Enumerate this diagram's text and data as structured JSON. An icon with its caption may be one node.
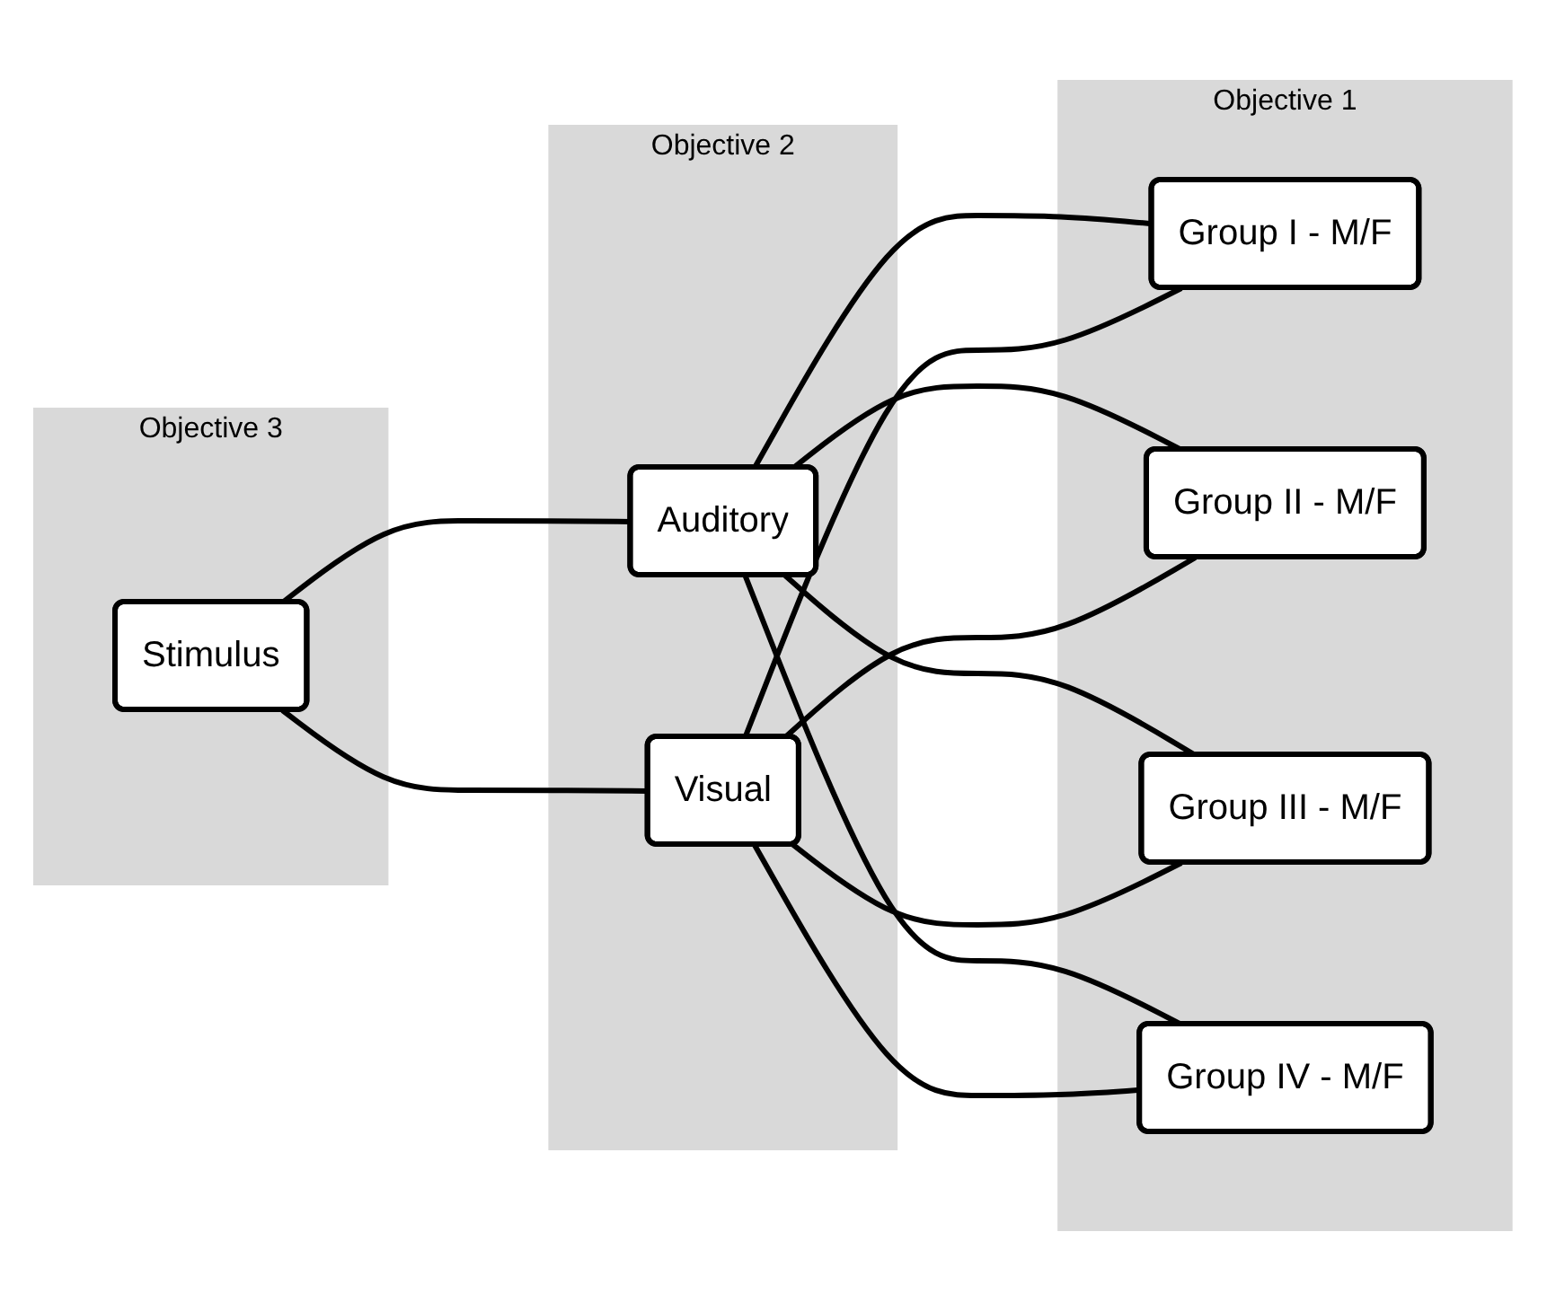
{
  "diagram": {
    "nodes": [
      {
        "text": [
          "Objective 3"
        ]
      },
      {
        "text": [
          "Objective 2"
        ]
      },
      {
        "text": [
          "Objective 1"
        ]
      },
      {
        "text": [
          "Stimulus"
        ],
        "in": 0
      },
      {
        "text": [
          "Auditory"
        ],
        "in": 1
      },
      {
        "text": [
          "Visual"
        ],
        "in": 1
      },
      {
        "text": [
          "Group I - M/F"
        ],
        "in": 2
      },
      {
        "text": [
          "Group II - M/F"
        ],
        "in": 2
      },
      {
        "text": [
          "Group III - M/F"
        ],
        "in": 2
      },
      {
        "text": [
          "Group IV - M/F"
        ],
        "in": 2
      }
    ],
    "edges": [
      {
        "from": 3,
        "to": 4,
        "arrow": "none"
      },
      {
        "from": 3,
        "to": 5,
        "arrow": "none"
      },
      {
        "from": 4,
        "to": 6,
        "arrow": "none"
      },
      {
        "from": 4,
        "to": 7,
        "arrow": "none"
      },
      {
        "from": 4,
        "to": 8,
        "arrow": "none"
      },
      {
        "from": 4,
        "to": 9,
        "arrow": "none"
      },
      {
        "from": 5,
        "to": 6,
        "arrow": "none"
      },
      {
        "from": 5,
        "to": 7,
        "arrow": "none"
      },
      {
        "from": 5,
        "to": 8,
        "arrow": "none"
      },
      {
        "from": 5,
        "to": 9,
        "arrow": "none"
      }
    ]
  }
}
